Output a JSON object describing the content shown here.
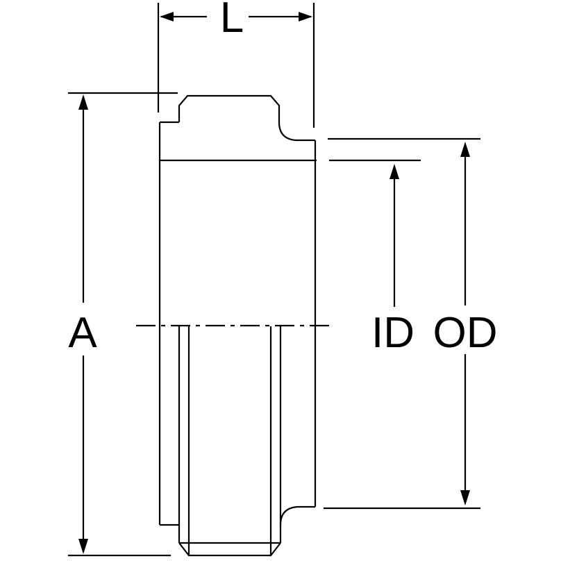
{
  "diagram": {
    "labels": {
      "length": "L",
      "overall_height": "A",
      "inner_diameter": "ID",
      "outer_diameter": "OD"
    },
    "colors": {
      "stroke": "#000000",
      "background": "#ffffff"
    }
  }
}
